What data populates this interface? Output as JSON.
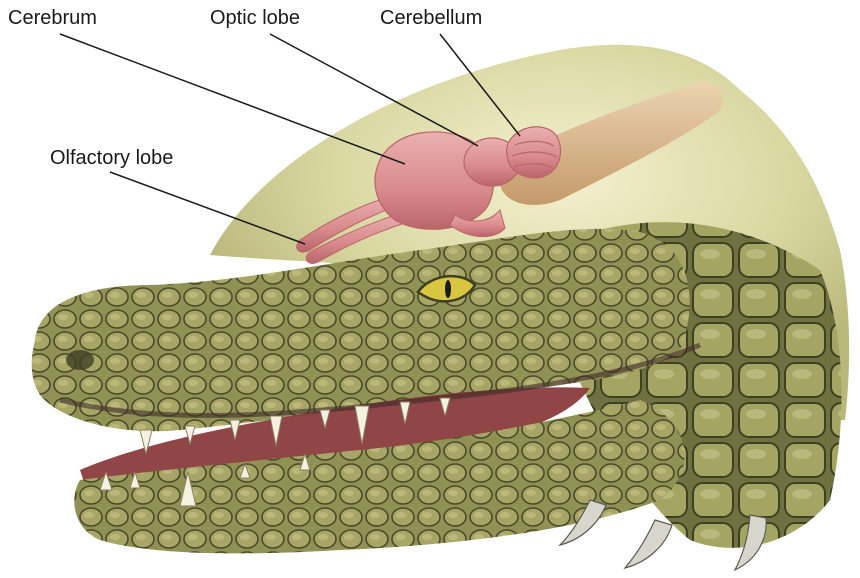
{
  "labels": {
    "cerebrum": "Cerebrum",
    "optic_lobe": "Optic lobe",
    "cerebellum": "Cerebellum",
    "olfactory_lobe": "Olfactory lobe"
  },
  "colors": {
    "background": "#ffffff",
    "brain": "#d98a8c",
    "brain_shadow": "#b9656a",
    "spinal_cord": "#d9b78f",
    "scales": "#8f9254",
    "scales_dark": "#4a4a2a",
    "mouth": "#8a3b3c",
    "eye": "#d9c640",
    "leader_line": "#1a1a1a"
  },
  "icons": {
    "eye": "eye-icon",
    "claw": "claw-icon",
    "tooth": "tooth-icon"
  }
}
